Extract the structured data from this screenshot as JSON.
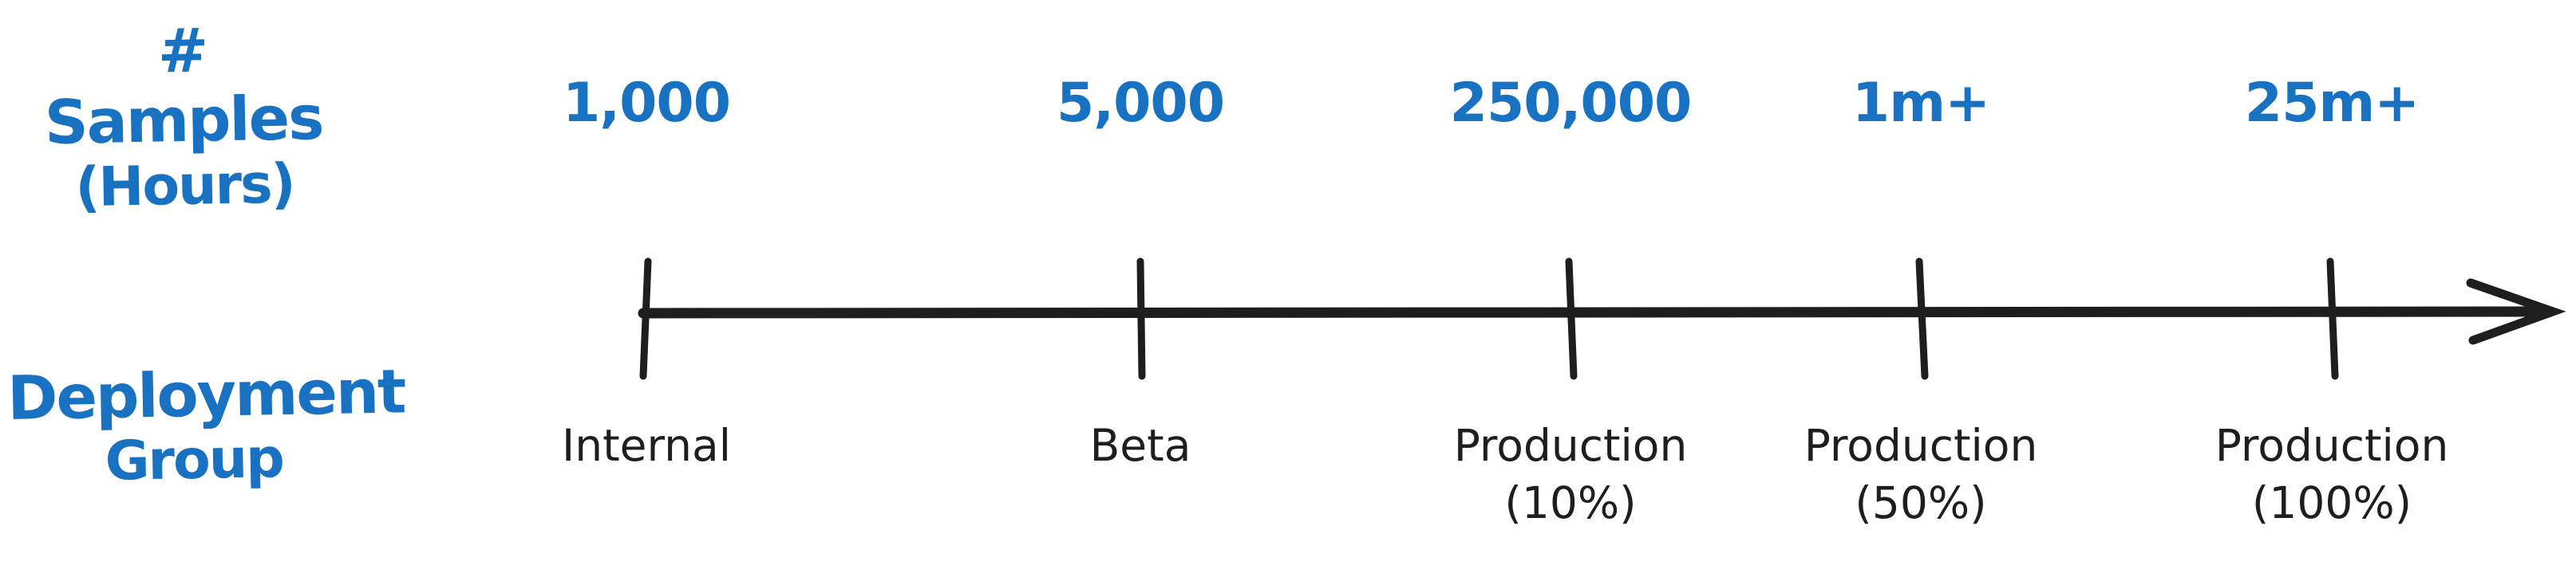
{
  "colors": {
    "handwriting_blue": "#1971c2",
    "ink_black": "#1e1e1e",
    "background": "#ffffff"
  },
  "icons": {
    "axis_arrow": "arrow-right"
  },
  "left_titles": {
    "samples_axis": {
      "line1": "# Samples",
      "line2": "(Hours)"
    },
    "deployment_axis": {
      "line1": "Deployment",
      "line2": "Group"
    }
  },
  "timeline": {
    "direction": "left-to-right",
    "tick_count": 5,
    "stages": [
      {
        "samples": "1,000",
        "group": "Internal"
      },
      {
        "samples": "5,000",
        "group": "Beta"
      },
      {
        "samples": "250,000",
        "group": "Production\n(10%)"
      },
      {
        "samples": "1m+",
        "group": "Production\n(50%)"
      },
      {
        "samples": "25m+",
        "group": "Production\n(100%)"
      }
    ]
  }
}
